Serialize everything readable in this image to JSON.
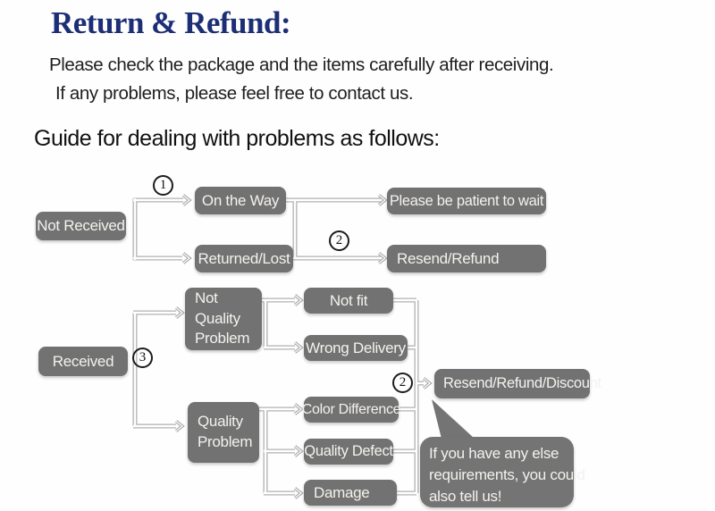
{
  "header": {
    "title": "Return & Refund:",
    "intro_line1": "Please check the package and the items carefully after receiving.",
    "intro_line2": "If any problems, please feel free to contact us.",
    "guide_heading": "Guide for dealing with problems as follows:"
  },
  "flowchart": {
    "nodes": {
      "not_received": "Not Received",
      "on_the_way": "On the Way",
      "returned_lost": "Returned/Lost",
      "patient_wait": "Please be patient to wait",
      "resend_refund": "Resend/Refund",
      "received": "Received",
      "not_quality_problem": "Not Quality Problem",
      "not_fit": "Not fit",
      "wrong_delivery": "Wrong Delivery",
      "quality_problem": "Quality Problem",
      "color_difference": "Color Difference",
      "quality_defect": "Quality Defect",
      "damage": "Damage",
      "resend_refund_discount": "Resend/Refund/Discount"
    },
    "bubble": {
      "line1": "If you have any else",
      "line2": "requirements, you could",
      "line3": "also tell us!"
    },
    "steps": {
      "step1": "1",
      "step2": "2",
      "step3": "3"
    },
    "colors": {
      "title_navy": "#1c2e76",
      "node_gray": "#727272",
      "node_text": "#f4f2ee",
      "connector_gray": "#b3b1b1"
    }
  }
}
